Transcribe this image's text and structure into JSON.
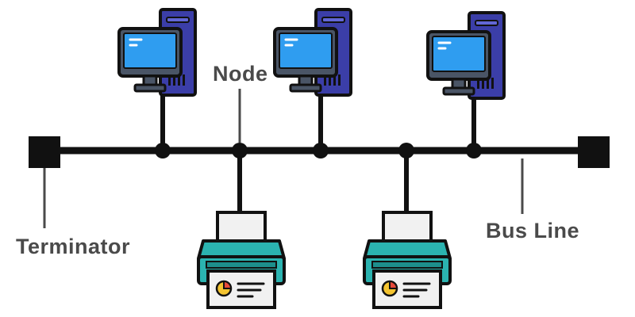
{
  "labels": {
    "node": "Node",
    "terminator": "Terminator",
    "bus_line": "Bus Line"
  },
  "colors": {
    "outline": "#111111",
    "monitor_screen": "#2f9df0",
    "monitor_frame": "#4a5566",
    "tower": "#3b3ea8",
    "tower_light": "#6267d6",
    "printer_body": "#2bb3b0",
    "printer_dark": "#1d8e8c",
    "paper": "#f1f1f1",
    "chart_red": "#e64a3b",
    "chart_yellow": "#f4c430",
    "label_text": "#4a4a4a"
  },
  "icons": [
    "computer-icon",
    "printer-icon",
    "terminator-block"
  ]
}
